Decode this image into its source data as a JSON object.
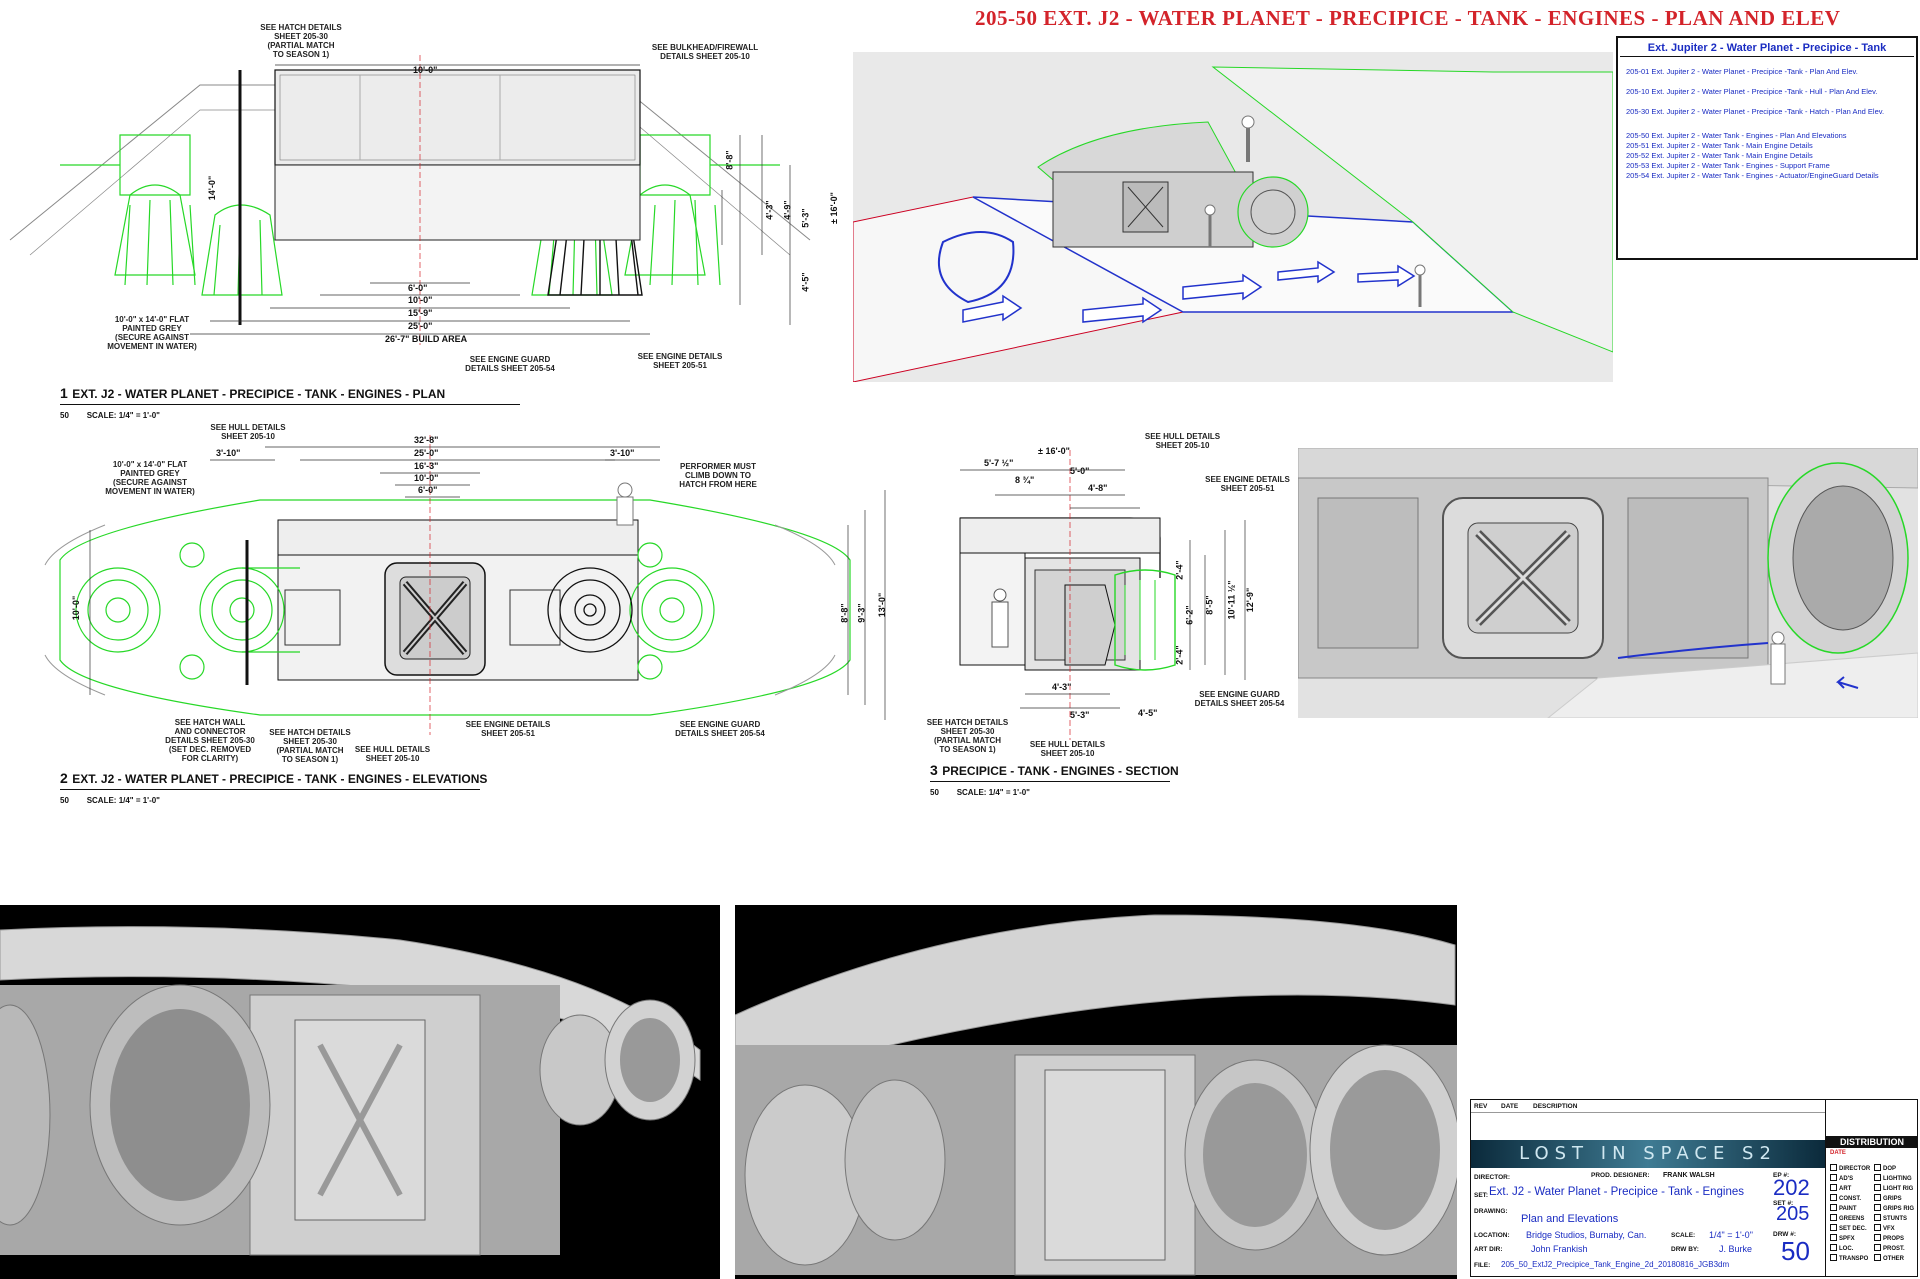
{
  "sheet_title": "205-50 EXT. J2 - WATER PLANET - PRECIPICE - TANK - ENGINES - PLAN AND ELEV",
  "index": {
    "header": "Ext. Jupiter 2 - Water Planet - Precipice - Tank",
    "group1": [
      "205-01 Ext. Jupiter 2 - Water Planet - Precipice -Tank - Plan And Elev.",
      "205-10 Ext. Jupiter 2 - Water Planet - Precipice -Tank - Hull - Plan And Elev.",
      "205-30 Ext. Jupiter 2 - Water Planet - Precipice -Tank - Hatch - Plan And Elev."
    ],
    "group2": [
      "205-50 Ext. Jupiter 2 - Water Tank - Engines - Plan And Elevations",
      "205-51 Ext. Jupiter 2 - Water Tank - Main Engine Details",
      "205-52 Ext. Jupiter 2 - Water Tank - Main Engine Details",
      "205-53 Ext. Jupiter 2 - Water Tank - Engines - Support Frame",
      "205-54 Ext. Jupiter 2 - Water Tank - Engines - Actuator/EngineGuard Details"
    ]
  },
  "views": [
    {
      "num": "1",
      "sheet": "50",
      "label": "EXT. J2 - WATER PLANET - PRECIPICE - TANK - ENGINES - PLAN",
      "scale": "SCALE: 1/4\" = 1'-0\""
    },
    {
      "num": "2",
      "sheet": "50",
      "label": "EXT. J2 - WATER PLANET - PRECIPICE - TANK - ENGINES - ELEVATIONS",
      "scale": "SCALE: 1/4\" = 1'-0\""
    },
    {
      "num": "3",
      "sheet": "50",
      "label": "PRECIPICE - TANK - ENGINES - SECTION",
      "scale": "SCALE: 1/4\" = 1'-0\""
    }
  ],
  "plan": {
    "notes": {
      "hatch": "SEE HATCH DETAILS\nSHEET 205-30\n(PARTIAL MATCH\nTO SEASON 1)",
      "bulkhead": "SEE BULKHEAD/FIREWALL\nDETAILS SHEET 205-10",
      "flat": "10'-0\" x 14'-0\" FLAT\nPAINTED GREY\n(SECURE AGAINST\nMOVEMENT IN WATER)",
      "guard": "SEE ENGINE GUARD\nDETAILS SHEET 205-54",
      "engine": "SEE ENGINE DETAILS\nSHEET 205-51"
    },
    "dims": {
      "top": "10'-0\"",
      "d1": "6'-0\"",
      "d2": "10'-0\"",
      "d3": "15'-9\"",
      "d4": "25'-0\"",
      "build": "26'-7\" BUILD AREA",
      "v1": "14'-0\"",
      "v2": "8'-8\"",
      "v3": "4'-3\"",
      "v4": "4'-9\"",
      "v5": "5'-3\"",
      "v6": "± 16'-0\"",
      "v7": "4'-5\""
    }
  },
  "elev": {
    "notes": {
      "hull_top": "SEE HULL DETAILS\nSHEET 205-10",
      "flat": "10'-0\" x 14'-0\" FLAT\nPAINTED GREY\n(SECURE AGAINST\nMOVEMENT IN WATER)",
      "performer": "PERFORMER MUST\nCLIMB DOWN TO\nHATCH FROM HERE",
      "hull_wall": "SEE HATCH WALL\nAND CONNECTOR\nDETAILS SHEET 205-30\n(SET DEC. REMOVED\nFOR CLARITY)",
      "hatch": "SEE HATCH DETAILS\nSHEET 205-30\n(PARTIAL MATCH\nTO SEASON 1)",
      "hull": "SEE HULL DETAILS\nSHEET 205-10",
      "engine": "SEE ENGINE DETAILS\nSHEET 205-51",
      "guard": "SEE ENGINE GUARD\nDETAILS SHEET 205-54"
    },
    "dims": {
      "d32": "32'-8\"",
      "d25": "25'-0\"",
      "d16": "16'-3\"",
      "d10": "10'-0\"",
      "d6": "6'-0\"",
      "l310": "3'-10\"",
      "r310": "3'-10\"",
      "h10": "10'-0\"",
      "h13": "13'-0\"",
      "h93": "9'-3\"",
      "h88": "8'-8\""
    }
  },
  "section": {
    "notes": {
      "hull1": "SEE HULL DETAILS\nSHEET 205-10",
      "engine": "SEE ENGINE DETAILS\nSHEET 205-51",
      "guard": "SEE ENGINE GUARD\nDETAILS SHEET 205-54",
      "hatch": "SEE HATCH DETAILS\nSHEET 205-30\n(PARTIAL MATCH\nTO SEASON 1)",
      "hull2": "SEE HULL DETAILS\nSHEET 205-10"
    },
    "dims": {
      "a": "5'-7 ½\"",
      "b": "± 16'-0\"",
      "c": "8 ¾\"",
      "d": "5'-0\"",
      "e": "4'-8\"",
      "f": "2'-4\"",
      "g": "6'-2\"",
      "h": "8'-5\"",
      "i": "10'-11 ½\"",
      "j": "12'-9\"",
      "k": "2'-4\"",
      "l": "4'-3\"",
      "m": "5'-3\"",
      "n": "4'-5\""
    }
  },
  "title_block": {
    "rev_headers": [
      "REV",
      "DATE",
      "DESCRIPTION"
    ],
    "logo": "LOST IN SPACE S2",
    "director_label": "DIRECTOR:",
    "prod_designer_label": "PROD. DESIGNER:",
    "prod_designer": "FRANK WALSH",
    "set_label": "SET:",
    "set": "Ext. J2 - Water Planet - Precipice - Tank - Engines",
    "drawing_label": "DRAWING:",
    "drawing": "Plan and Elevations",
    "location_label": "LOCATION:",
    "location": "Bridge Studios, Burnaby, Can.",
    "scale_label": "SCALE:",
    "scale": "1/4\" = 1'-0\"",
    "art_dir_label": "ART DIR:",
    "art_dir": "John Frankish",
    "drwby_label": "DRW BY:",
    "drwby": "J. Burke",
    "file_label": "FILE:",
    "file": "205_50_ExtJ2_Precipice_Tank_Engine_2d_20180816_JGB3dm",
    "ep_label": "EP #:",
    "ep": "202",
    "setno_label": "SET #:",
    "setno": "205",
    "drw_label": "DRW #:",
    "drw": "50",
    "distribution": "DISTRIBUTION",
    "date_label": "DATE",
    "dist_left": [
      "DIRECTOR",
      "AD'S",
      "ART",
      "CONST.",
      "PAINT",
      "GREENS",
      "SET DEC.",
      "SPFX",
      "LOC.",
      "TRANSPO"
    ],
    "dist_right": [
      "DOP",
      "LIGHTING",
      "LIGHT RIG",
      "GRIPS",
      "GRIPS RIG",
      "STUNTS",
      "VFX",
      "PROPS",
      "PROST.",
      "OTHER"
    ]
  }
}
